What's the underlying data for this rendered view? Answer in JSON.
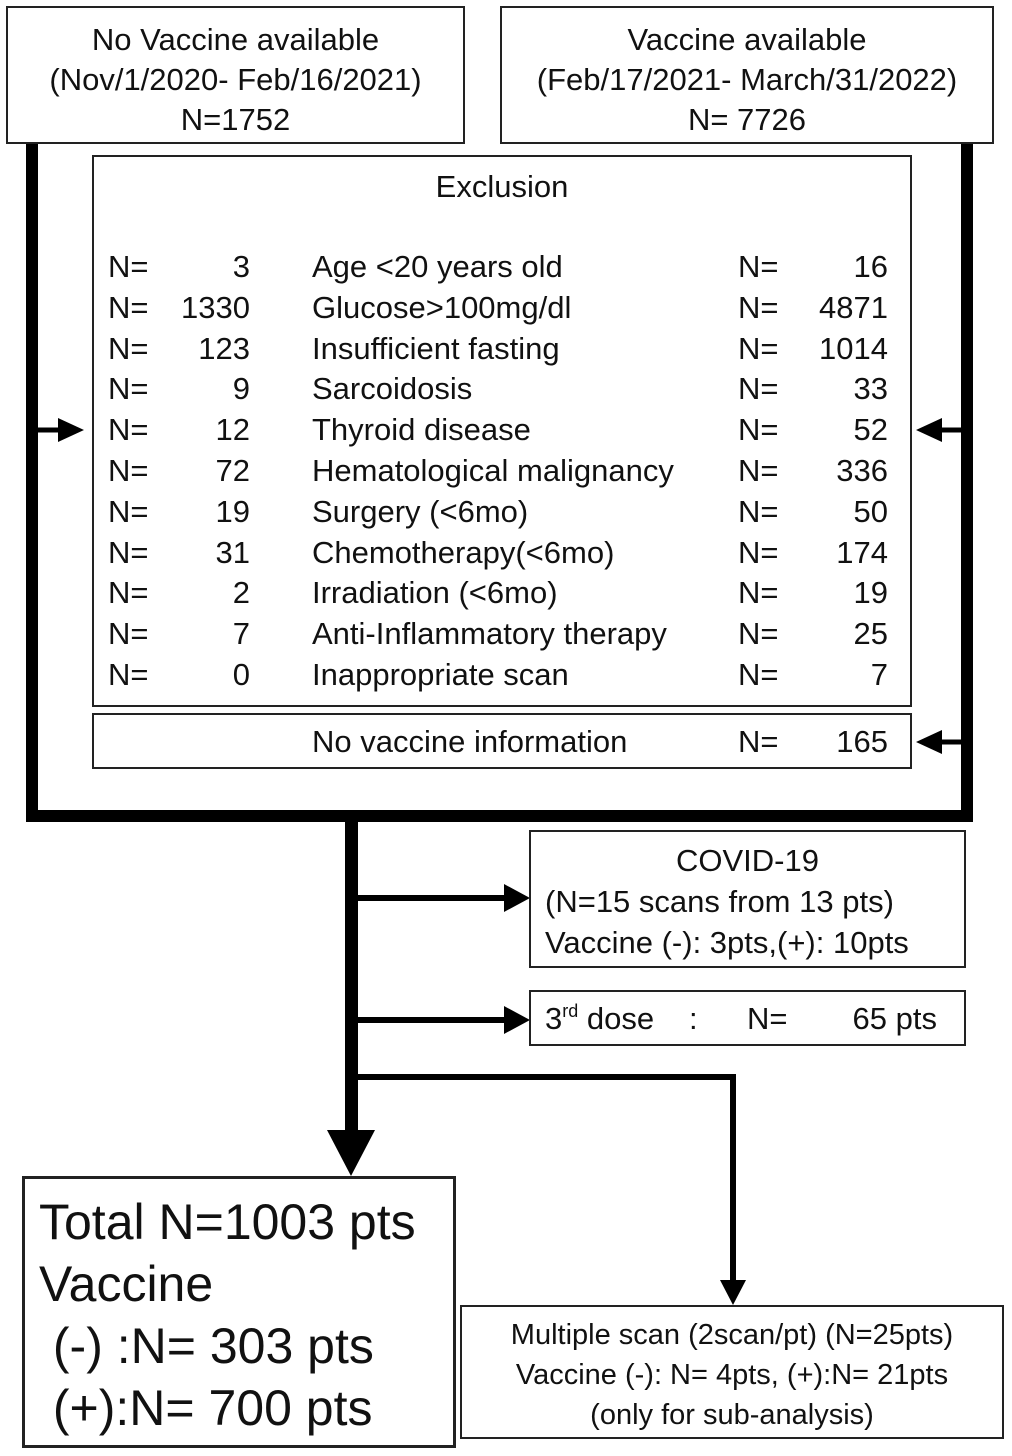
{
  "source_left": {
    "title": "No Vaccine available",
    "period": "(Nov/1/2020- Feb/16/2021)",
    "count": "N=1752"
  },
  "source_right": {
    "title": "Vaccine available",
    "period": "(Feb/17/2021- March/31/2022)",
    "count": "N= 7726"
  },
  "exclusion": {
    "title": "Exclusion",
    "n_label": "N=",
    "rows": [
      {
        "left": "3",
        "criterion": "Age <20 years old",
        "right": "16"
      },
      {
        "left": "1330",
        "criterion": "Glucose>100mg/dl",
        "right": "4871"
      },
      {
        "left": "123",
        "criterion": "Insufficient fasting",
        "right": "1014"
      },
      {
        "left": "9",
        "criterion": "Sarcoidosis",
        "right": "33"
      },
      {
        "left": "12",
        "criterion": "Thyroid disease",
        "right": "52"
      },
      {
        "left": "72",
        "criterion": "Hematological malignancy",
        "right": "336"
      },
      {
        "left": "19",
        "criterion": "Surgery (<6mo)",
        "right": "50"
      },
      {
        "left": "31",
        "criterion": "Chemotherapy(<6mo)",
        "right": "174"
      },
      {
        "left": "2",
        "criterion": "Irradiation (<6mo)",
        "right": "19"
      },
      {
        "left": "7",
        "criterion": "Anti-Inflammatory therapy",
        "right": "25"
      },
      {
        "left": "0",
        "criterion": "Inappropriate scan",
        "right": "7"
      }
    ]
  },
  "no_vaccine_info": {
    "label": "No vaccine information",
    "n_label": "N=",
    "value": "165"
  },
  "covid": {
    "title": "COVID-19",
    "line2": "(N=15 scans from 13 pts)",
    "line3": "Vaccine (-): 3pts,(+): 10pts"
  },
  "third_dose": {
    "num": "3",
    "sup": "rd",
    "label": " dose",
    "colon": ":",
    "n_label": "N=",
    "value": "65 pts"
  },
  "total": {
    "line1": "Total N=1003 pts",
    "line2": "Vaccine",
    "line3": " (-) :N= 303 pts",
    "line4": " (+):N= 700 pts"
  },
  "multiple_scan": {
    "line1": "Multiple scan (2scan/pt) (N=25pts)",
    "line2": "Vaccine (-): N= 4pts, (+):N= 21pts",
    "line3": "(only for sub-analysis)"
  }
}
